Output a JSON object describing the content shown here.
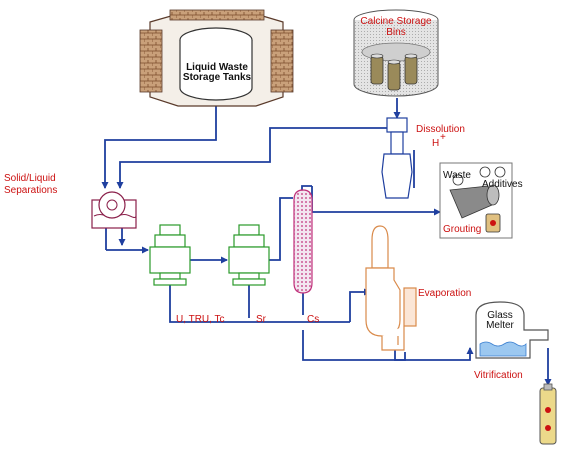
{
  "colors": {
    "flow": "#1f3f9f",
    "label_red": "#cc1111",
    "label_black": "#111111",
    "equipment_green": "#2a9a2a",
    "evaporator": "#d98a4a",
    "column": "#c0307a",
    "separator": "#8a1f4a",
    "storage_brick": "#8a5a3a",
    "glass": "#3a7fd0"
  },
  "labels": {
    "liquid_waste_line1": "Liquid Waste",
    "liquid_waste_line2": "Storage Tanks",
    "calcine_line1": "Calcine Storage",
    "calcine_line2": "Bins",
    "dissolution": "Dissolution",
    "dissolution_acid": "H",
    "dissolution_acid_sup": "+",
    "solid_liquid_line1": "Solid/Liquid",
    "solid_liquid_line2": "Separations",
    "waste": "Waste",
    "additives": "Additives",
    "grouting": "Grouting",
    "u_tru_tc": "U, TRU, Tc",
    "sr": "Sr",
    "cs": "Cs",
    "evaporation": "Evaporation",
    "glass_line1": "Glass",
    "glass_line2": "Melter",
    "vitrification": "Vitrification"
  },
  "icons": [
    "liquid-waste-tank-icon",
    "calcine-bins-icon",
    "dissolver-icon",
    "separator-icon",
    "extractor-icon",
    "ion-exchange-column-icon",
    "grouting-mixer-icon",
    "evaporator-icon",
    "glass-melter-icon",
    "radioactive-canister-icon"
  ]
}
